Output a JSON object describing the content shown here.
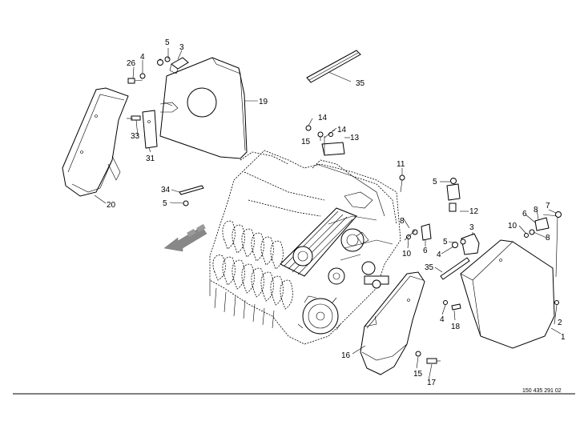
{
  "diagram": {
    "drawing_number": "150 435 291 02",
    "callouts": {
      "c1": "1",
      "c2": "2",
      "c3a": "3",
      "c3b": "3",
      "c4a": "4",
      "c4b": "4",
      "c4c": "4",
      "c5a": "5",
      "c5b": "5",
      "c5c": "5",
      "c5d": "5",
      "c6a": "6",
      "c6b": "6",
      "c7": "7",
      "c8a": "8",
      "c8b": "8",
      "c8c": "8",
      "c10a": "10",
      "c10b": "10",
      "c11": "11",
      "c12": "12",
      "c13": "13",
      "c14a": "14",
      "c14b": "14",
      "c15a": "15",
      "c15b": "15",
      "c16": "16",
      "c17": "17",
      "c18": "18",
      "c19": "19",
      "c20": "20",
      "c26": "26",
      "c31": "31",
      "c33": "33",
      "c34": "34",
      "c35a": "35",
      "c35b": "35"
    }
  }
}
